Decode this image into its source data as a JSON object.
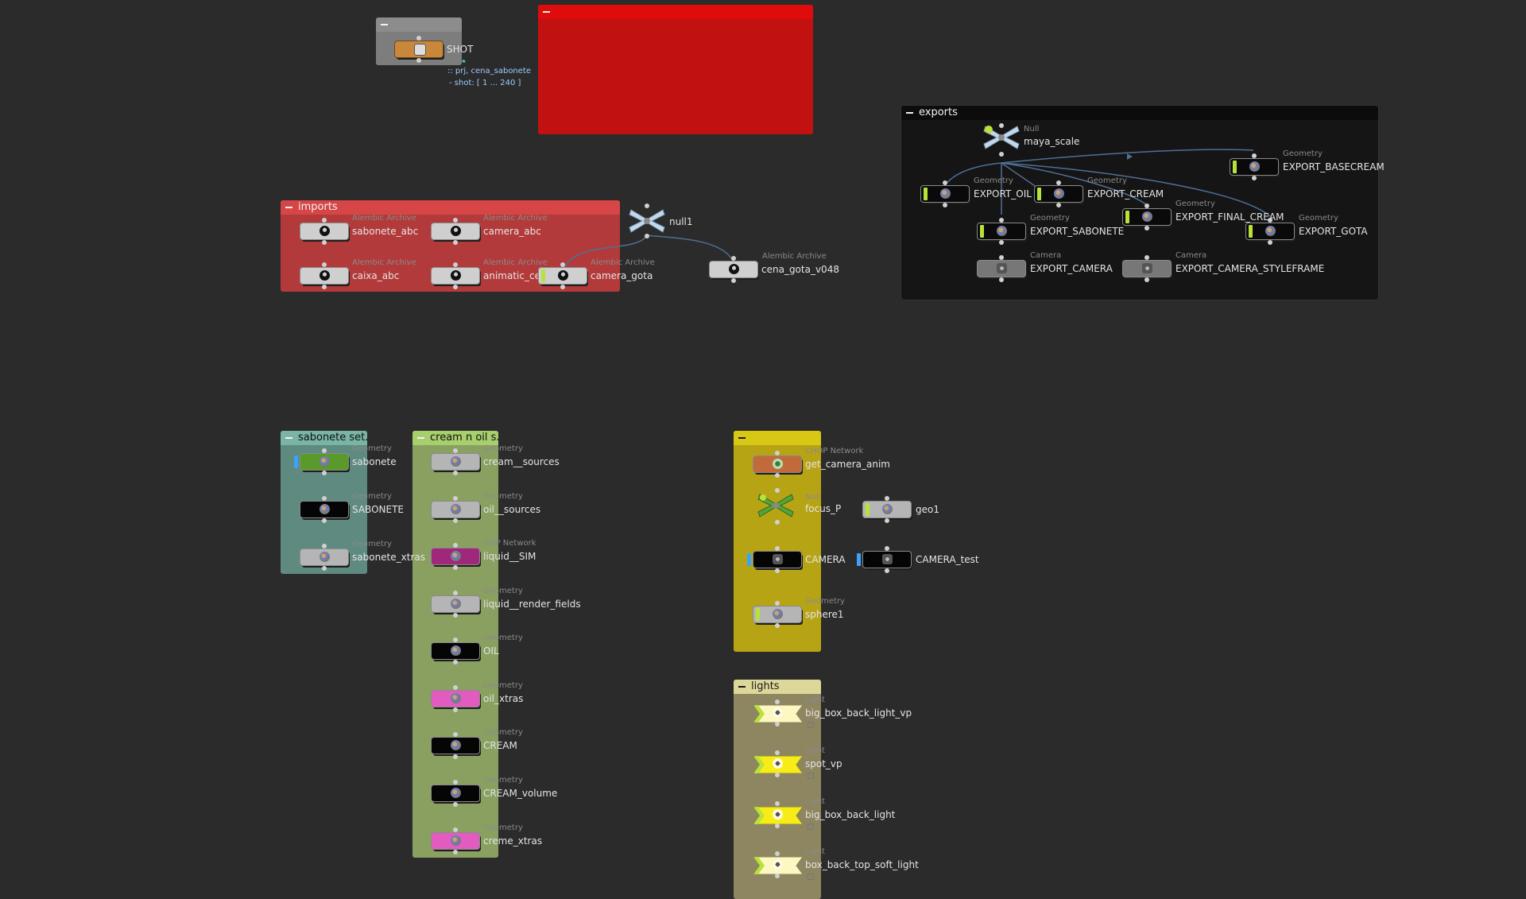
{
  "colors": {
    "background": "#2b2b2b",
    "imports_box": "#b33a3a",
    "red_box": "#c11111",
    "exports_box": "#151515",
    "sabonete_box": "#5f8a80",
    "cream_box": "#8aa060",
    "camera_box": "#b7a415",
    "lights_box": "#8e8660",
    "shot_box": "#7d7d7d",
    "wire": "#4f6f96"
  },
  "shot": {
    "name": "SHOT",
    "annotation_line1": ":: prj, cena_sabonete",
    "annotation_line2": "- shot: [ 1 ... 240 ]"
  },
  "imports": {
    "title": "imports",
    "nodes": [
      {
        "type": "Alembic Archive",
        "name": "sabonete_abc"
      },
      {
        "type": "Alembic Archive",
        "name": "camera_abc"
      },
      {
        "type": "Alembic Archive",
        "name": "caixa_abc"
      },
      {
        "type": "Alembic Archive",
        "name": "animatic_cena"
      },
      {
        "type": "Alembic Archive",
        "name": "camera_gota"
      }
    ]
  },
  "free_nodes": {
    "null1": {
      "type": "",
      "name": "null1"
    },
    "cena_gota": {
      "type": "Alembic Archive",
      "name": "cena_gota_v048"
    }
  },
  "exports": {
    "title": "exports",
    "maya_scale": {
      "type": "Null",
      "name": "maya_scale"
    },
    "nodes": [
      {
        "type": "Geometry",
        "name": "EXPORT_BASECREAM"
      },
      {
        "type": "Geometry",
        "name": "EXPORT_OIL"
      },
      {
        "type": "Geometry",
        "name": "EXPORT_CREAM"
      },
      {
        "type": "Geometry",
        "name": "EXPORT_FINAL_CREAM"
      },
      {
        "type": "Geometry",
        "name": "EXPORT_SABONETE"
      },
      {
        "type": "Geometry",
        "name": "EXPORT_GOTA"
      },
      {
        "type": "Camera",
        "name": "EXPORT_CAMERA"
      },
      {
        "type": "Camera",
        "name": "EXPORT_CAMERA_STYLEFRAME"
      }
    ]
  },
  "sabonete": {
    "title": "sabonete set...",
    "nodes": [
      {
        "type": "Geometry",
        "name": "sabonete"
      },
      {
        "type": "Geometry",
        "name": "SABONETE"
      },
      {
        "type": "Geometry",
        "name": "sabonete_xtras"
      }
    ]
  },
  "cream": {
    "title": "cream n oil s...",
    "nodes": [
      {
        "type": "Geometry",
        "name": "cream__sources"
      },
      {
        "type": "Geometry",
        "name": "oil__sources"
      },
      {
        "type": "DOP Network",
        "name": "liquid__SIM"
      },
      {
        "type": "Geometry",
        "name": "liquid__render_fields"
      },
      {
        "type": "Geometry",
        "name": "OIL"
      },
      {
        "type": "Geometry",
        "name": "oil_xtras"
      },
      {
        "type": "Geometry",
        "name": "CREAM"
      },
      {
        "type": "Geometry",
        "name": "CREAM_volume"
      },
      {
        "type": "Geometry",
        "name": "creme_xtras"
      }
    ]
  },
  "camera_group": {
    "title": "",
    "nodes": [
      {
        "type": "CHOP Network",
        "name": "get_camera_anim"
      },
      {
        "type": "Null",
        "name": "focus_P"
      },
      {
        "type": "",
        "name": "geo1"
      },
      {
        "type": "",
        "name": "CAMERA"
      },
      {
        "type": "",
        "name": "CAMERA_test"
      },
      {
        "type": "Geometry",
        "name": "sphere1"
      }
    ]
  },
  "lights": {
    "title": "lights",
    "nodes": [
      {
        "type": "Light",
        "name": "big_box_back_light_vp"
      },
      {
        "type": "Light",
        "name": "spot_vp"
      },
      {
        "type": "Light",
        "name": "big_box_back_light"
      },
      {
        "type": "Light",
        "name": "box_back_top_soft_light"
      }
    ]
  }
}
